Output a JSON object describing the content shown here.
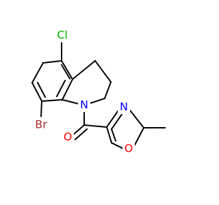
{
  "molecule": {
    "atoms": {
      "cl": {
        "label": "Cl",
        "color": "#00b000"
      },
      "br": {
        "label": "Br",
        "color": "#a52a2a"
      },
      "n_ring": {
        "label": "N",
        "color": "#0000ff"
      },
      "o_carbonyl": {
        "label": "O",
        "color": "#ff0000"
      },
      "n_oxazole": {
        "label": "N",
        "color": "#0000ff"
      },
      "o_oxazole": {
        "label": "O",
        "color": "#ff0000"
      }
    }
  }
}
